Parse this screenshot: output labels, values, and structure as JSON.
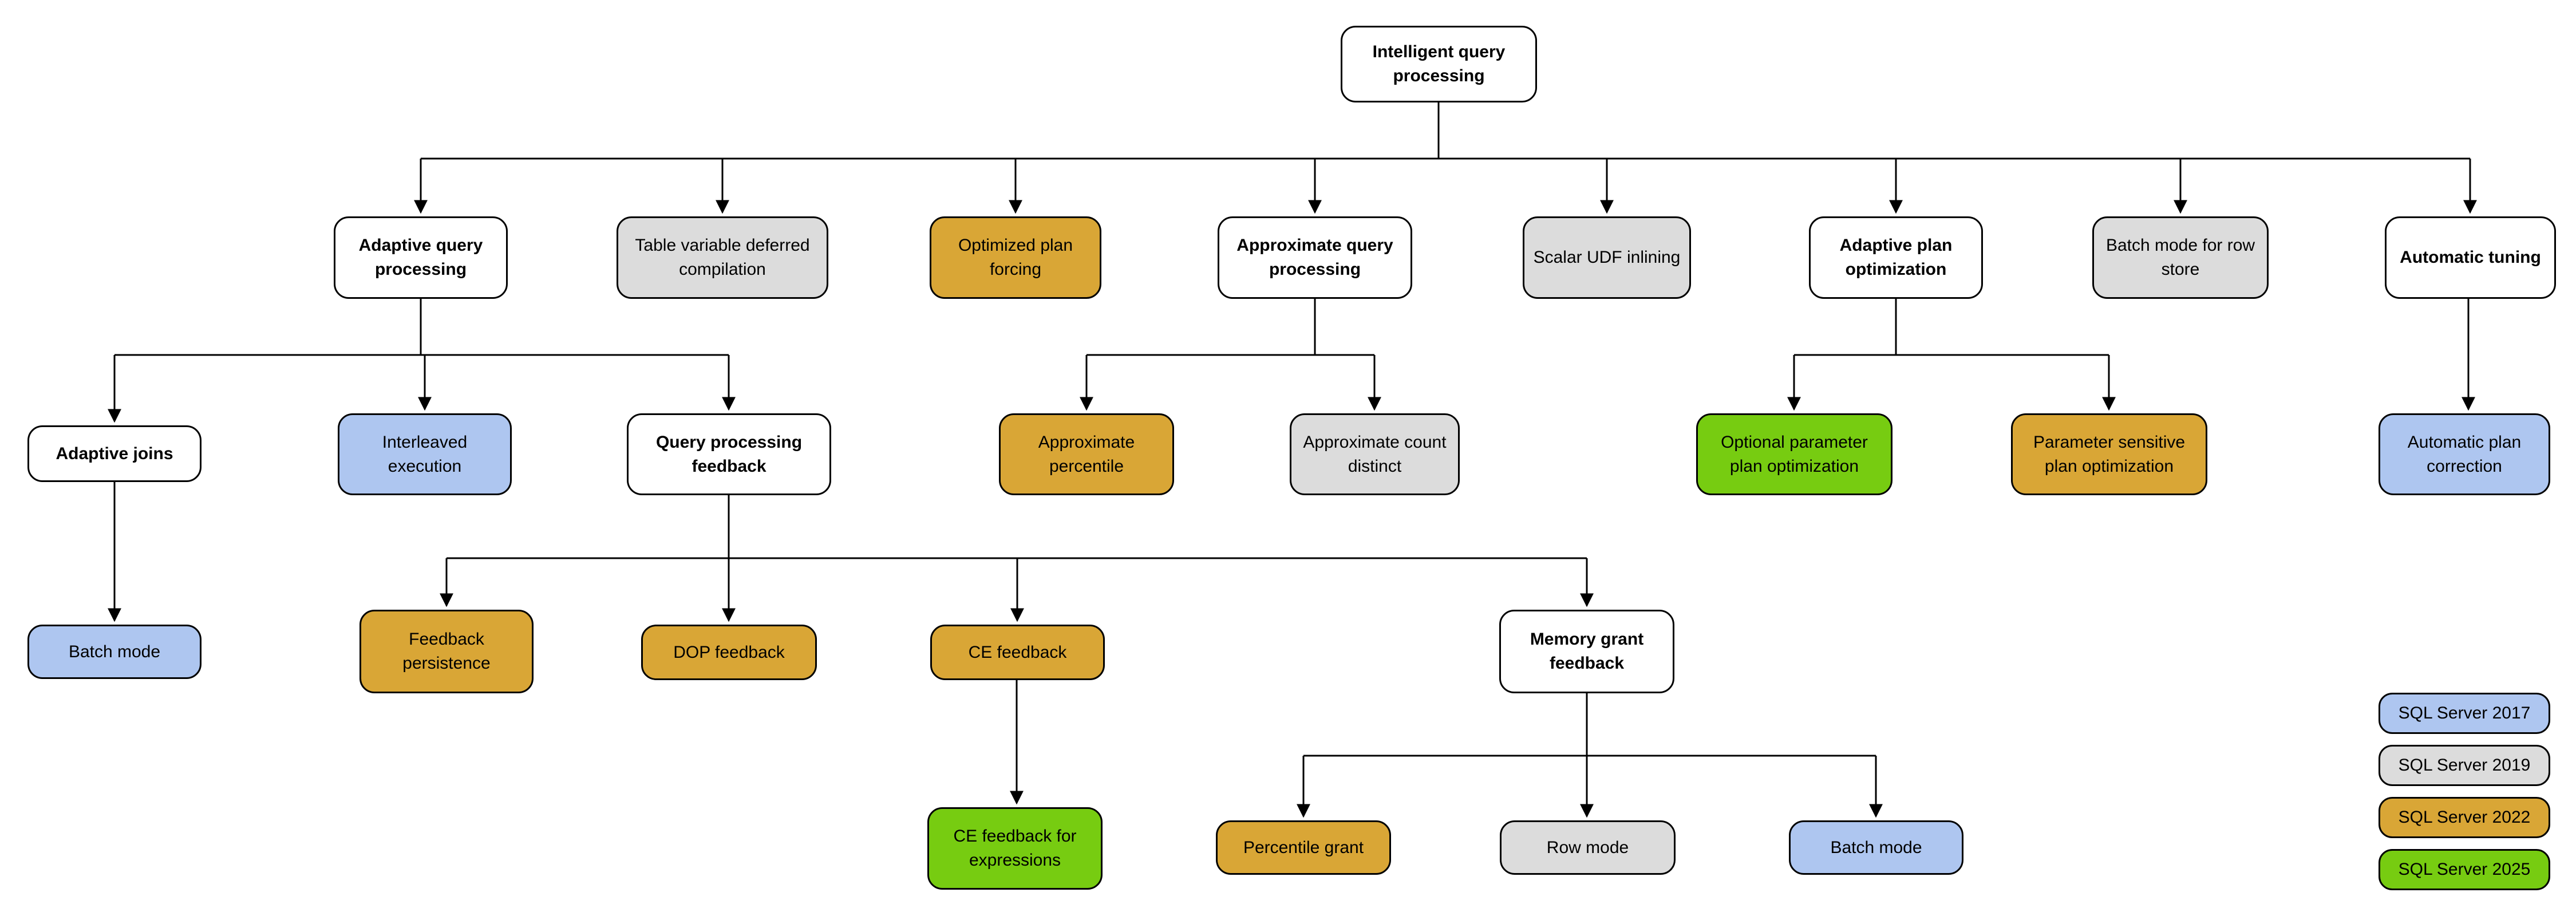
{
  "palette": {
    "background": "#FFFFFF",
    "node-border": "#000000",
    "node-text": "#000000",
    "connector": "#000000",
    "white": "#FFFFFF",
    "sql2017": "#AEC6F0",
    "sql2019": "#DCDCDC",
    "sql2022": "#D9A636",
    "sql2025": "#77CC11"
  },
  "nodes": {
    "root": {
      "label": "Intelligent query processing",
      "version": "none"
    },
    "adaptive_query_processing": {
      "label": "Adaptive query processing",
      "version": "none"
    },
    "table_variable_deferred_compilation": {
      "label": "Table variable deferred compilation",
      "version": "SQL Server 2019"
    },
    "optimized_plan_forcing": {
      "label": "Optimized plan forcing",
      "version": "SQL Server 2022"
    },
    "approximate_query_processing": {
      "label": "Approximate query processing",
      "version": "none"
    },
    "scalar_udf_inlining": {
      "label": "Scalar UDF inlining",
      "version": "SQL Server 2019"
    },
    "adaptive_plan_optimization": {
      "label": "Adaptive plan optimization",
      "version": "none"
    },
    "batch_mode_for_row_store": {
      "label": "Batch mode for row store",
      "version": "SQL Server 2019"
    },
    "automatic_tuning": {
      "label": "Automatic tuning",
      "version": "none"
    },
    "adaptive_joins": {
      "label": "Adaptive joins",
      "version": "none"
    },
    "interleaved_execution": {
      "label": "Interleaved execution",
      "version": "SQL Server 2017"
    },
    "query_processing_feedback": {
      "label": "Query processing feedback",
      "version": "none"
    },
    "approximate_percentile": {
      "label": "Approximate percentile",
      "version": "SQL Server 2022"
    },
    "approximate_count_distinct": {
      "label": "Approximate count distinct",
      "version": "SQL Server 2019"
    },
    "optional_parameter_plan_optimization": {
      "label": "Optional parameter plan optimization",
      "version": "SQL Server 2025"
    },
    "parameter_sensitive_plan_optimization": {
      "label": "Parameter sensitive plan optimization",
      "version": "SQL Server 2022"
    },
    "automatic_plan_correction": {
      "label": "Automatic plan correction",
      "version": "SQL Server 2017"
    },
    "batch_mode_adaptive_joins": {
      "label": "Batch mode",
      "version": "SQL Server 2017"
    },
    "feedback_persistence": {
      "label": "Feedback persistence",
      "version": "SQL Server 2022"
    },
    "dop_feedback": {
      "label": "DOP feedback",
      "version": "SQL Server 2022"
    },
    "ce_feedback": {
      "label": "CE feedback",
      "version": "SQL Server 2022"
    },
    "memory_grant_feedback": {
      "label": "Memory grant feedback",
      "version": "none"
    },
    "ce_feedback_for_expressions": {
      "label": "CE feedback for expressions",
      "version": "SQL Server 2025"
    },
    "percentile_grant": {
      "label": "Percentile grant",
      "version": "SQL Server 2022"
    },
    "row_mode": {
      "label": "Row mode",
      "version": "SQL Server 2019"
    },
    "batch_mode_memory_grant": {
      "label": "Batch mode",
      "version": "SQL Server 2017"
    }
  },
  "edges": [
    [
      "root",
      "adaptive_query_processing"
    ],
    [
      "root",
      "table_variable_deferred_compilation"
    ],
    [
      "root",
      "optimized_plan_forcing"
    ],
    [
      "root",
      "approximate_query_processing"
    ],
    [
      "root",
      "scalar_udf_inlining"
    ],
    [
      "root",
      "adaptive_plan_optimization"
    ],
    [
      "root",
      "batch_mode_for_row_store"
    ],
    [
      "root",
      "automatic_tuning"
    ],
    [
      "adaptive_query_processing",
      "adaptive_joins"
    ],
    [
      "adaptive_query_processing",
      "interleaved_execution"
    ],
    [
      "adaptive_query_processing",
      "query_processing_feedback"
    ],
    [
      "approximate_query_processing",
      "approximate_percentile"
    ],
    [
      "approximate_query_processing",
      "approximate_count_distinct"
    ],
    [
      "adaptive_plan_optimization",
      "optional_parameter_plan_optimization"
    ],
    [
      "adaptive_plan_optimization",
      "parameter_sensitive_plan_optimization"
    ],
    [
      "automatic_tuning",
      "automatic_plan_correction"
    ],
    [
      "adaptive_joins",
      "batch_mode_adaptive_joins"
    ],
    [
      "query_processing_feedback",
      "feedback_persistence"
    ],
    [
      "query_processing_feedback",
      "dop_feedback"
    ],
    [
      "query_processing_feedback",
      "ce_feedback"
    ],
    [
      "query_processing_feedback",
      "memory_grant_feedback"
    ],
    [
      "ce_feedback",
      "ce_feedback_for_expressions"
    ],
    [
      "memory_grant_feedback",
      "percentile_grant"
    ],
    [
      "memory_grant_feedback",
      "row_mode"
    ],
    [
      "memory_grant_feedback",
      "batch_mode_memory_grant"
    ]
  ],
  "legend": {
    "items": [
      {
        "label": "SQL Server 2017",
        "color_key": "sql2017"
      },
      {
        "label": "SQL Server 2019",
        "color_key": "sql2019"
      },
      {
        "label": "SQL Server 2022",
        "color_key": "sql2022"
      },
      {
        "label": "SQL Server 2025",
        "color_key": "sql2025"
      }
    ]
  }
}
